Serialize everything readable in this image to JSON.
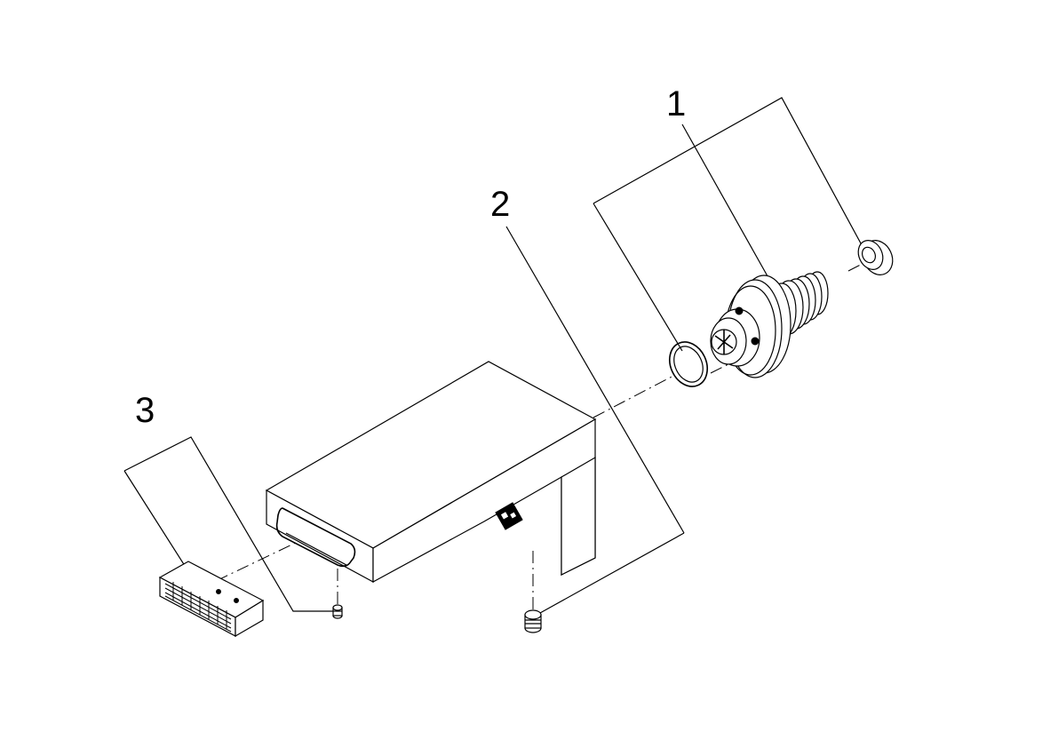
{
  "callouts": {
    "one": "1",
    "two": "2",
    "three": "3"
  },
  "parts": [
    {
      "callout": "1",
      "icon": "valve-cartridge-icon"
    },
    {
      "callout": "2",
      "icon": "spout-body-icon"
    },
    {
      "callout": "3",
      "icon": "aerator-icon"
    }
  ]
}
